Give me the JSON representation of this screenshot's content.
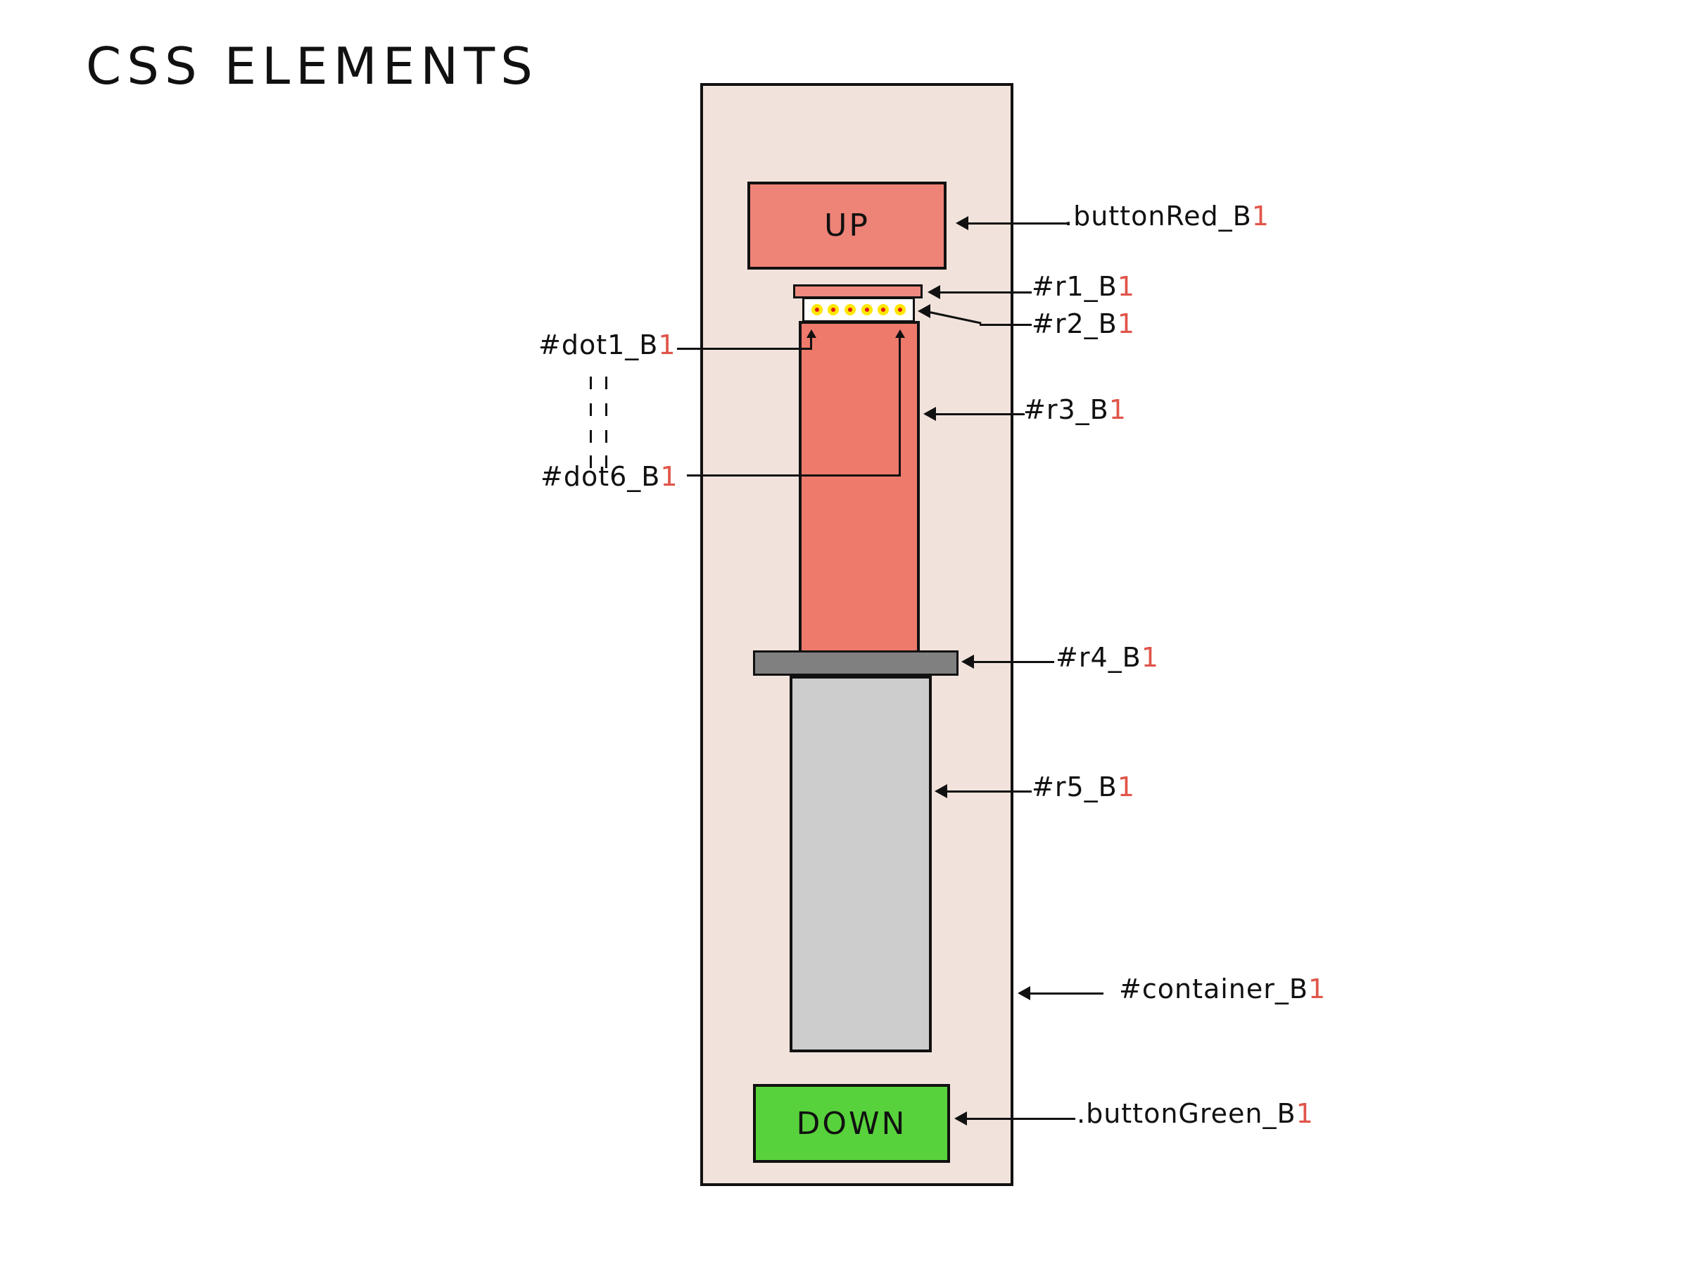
{
  "title": "CSS ELEMENTS",
  "colors": {
    "container_bg": "#f1e3dc",
    "button_red": "#ee8377",
    "button_green": "#58d23c",
    "r3_red": "#ee7a6c",
    "r4_dark_gray": "#808080",
    "r5_light_gray": "#cdcdcd",
    "dot_outer": "#ffe600",
    "dot_inner": "#e01818",
    "label_suffix": "#e0554a"
  },
  "buttons": {
    "up": "UP",
    "down": "DOWN"
  },
  "dots_count": 6,
  "labels": {
    "button_red": {
      "prefix": ".buttonRed_B",
      "suffix": "1"
    },
    "r1": {
      "prefix": "#r1_B",
      "suffix": "1"
    },
    "r2": {
      "prefix": "#r2_B",
      "suffix": "1"
    },
    "r3": {
      "prefix": "#r3_B",
      "suffix": "1"
    },
    "r4": {
      "prefix": "#r4_B",
      "suffix": "1"
    },
    "r5": {
      "prefix": "#r5_B",
      "suffix": "1"
    },
    "container": {
      "prefix": "#container_B",
      "suffix": "1"
    },
    "button_green": {
      "prefix": ".buttonGreen_B",
      "suffix": "1"
    },
    "dot1": {
      "prefix": "#dot1_B",
      "suffix": "1"
    },
    "dot6": {
      "prefix": "#dot6_B",
      "suffix": "1"
    }
  }
}
